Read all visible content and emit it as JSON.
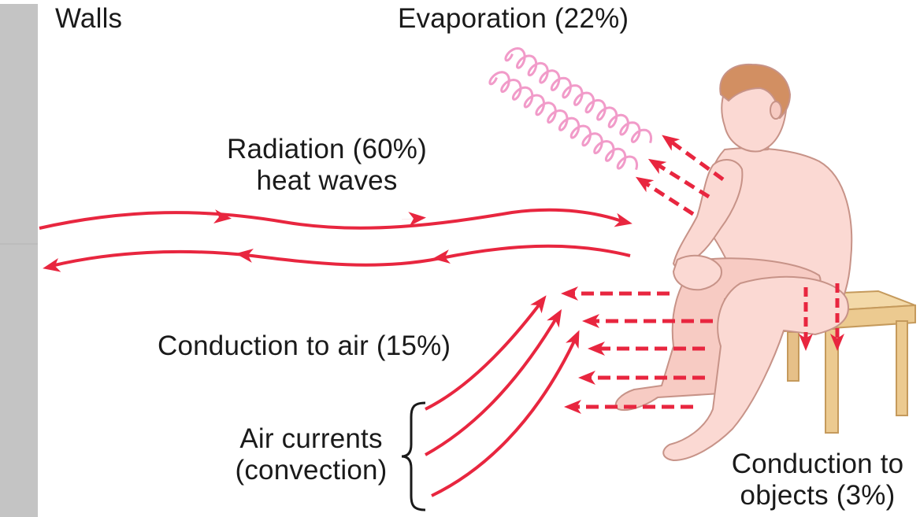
{
  "labels": {
    "walls": "Walls",
    "evaporation": "Evaporation (22%)",
    "radiation_line1": "Radiation (60%)",
    "radiation_line2": "heat waves",
    "conduction_air": "Conduction to air (15%)",
    "air_currents_line1": "Air currents",
    "air_currents_line2": "(convection)",
    "conduction_objects_line1": "Conduction to",
    "conduction_objects_line2": "objects (3%)"
  },
  "colors": {
    "arrow": "#e8263f",
    "evaporation_coils": "#f19bc9",
    "wall": "#c4c4c4",
    "skin": "#fbd9d3",
    "skin_outline": "#c79388",
    "hair": "#d28f62",
    "stool": "#f3d9a8",
    "stool_outline": "#c59a5c"
  }
}
